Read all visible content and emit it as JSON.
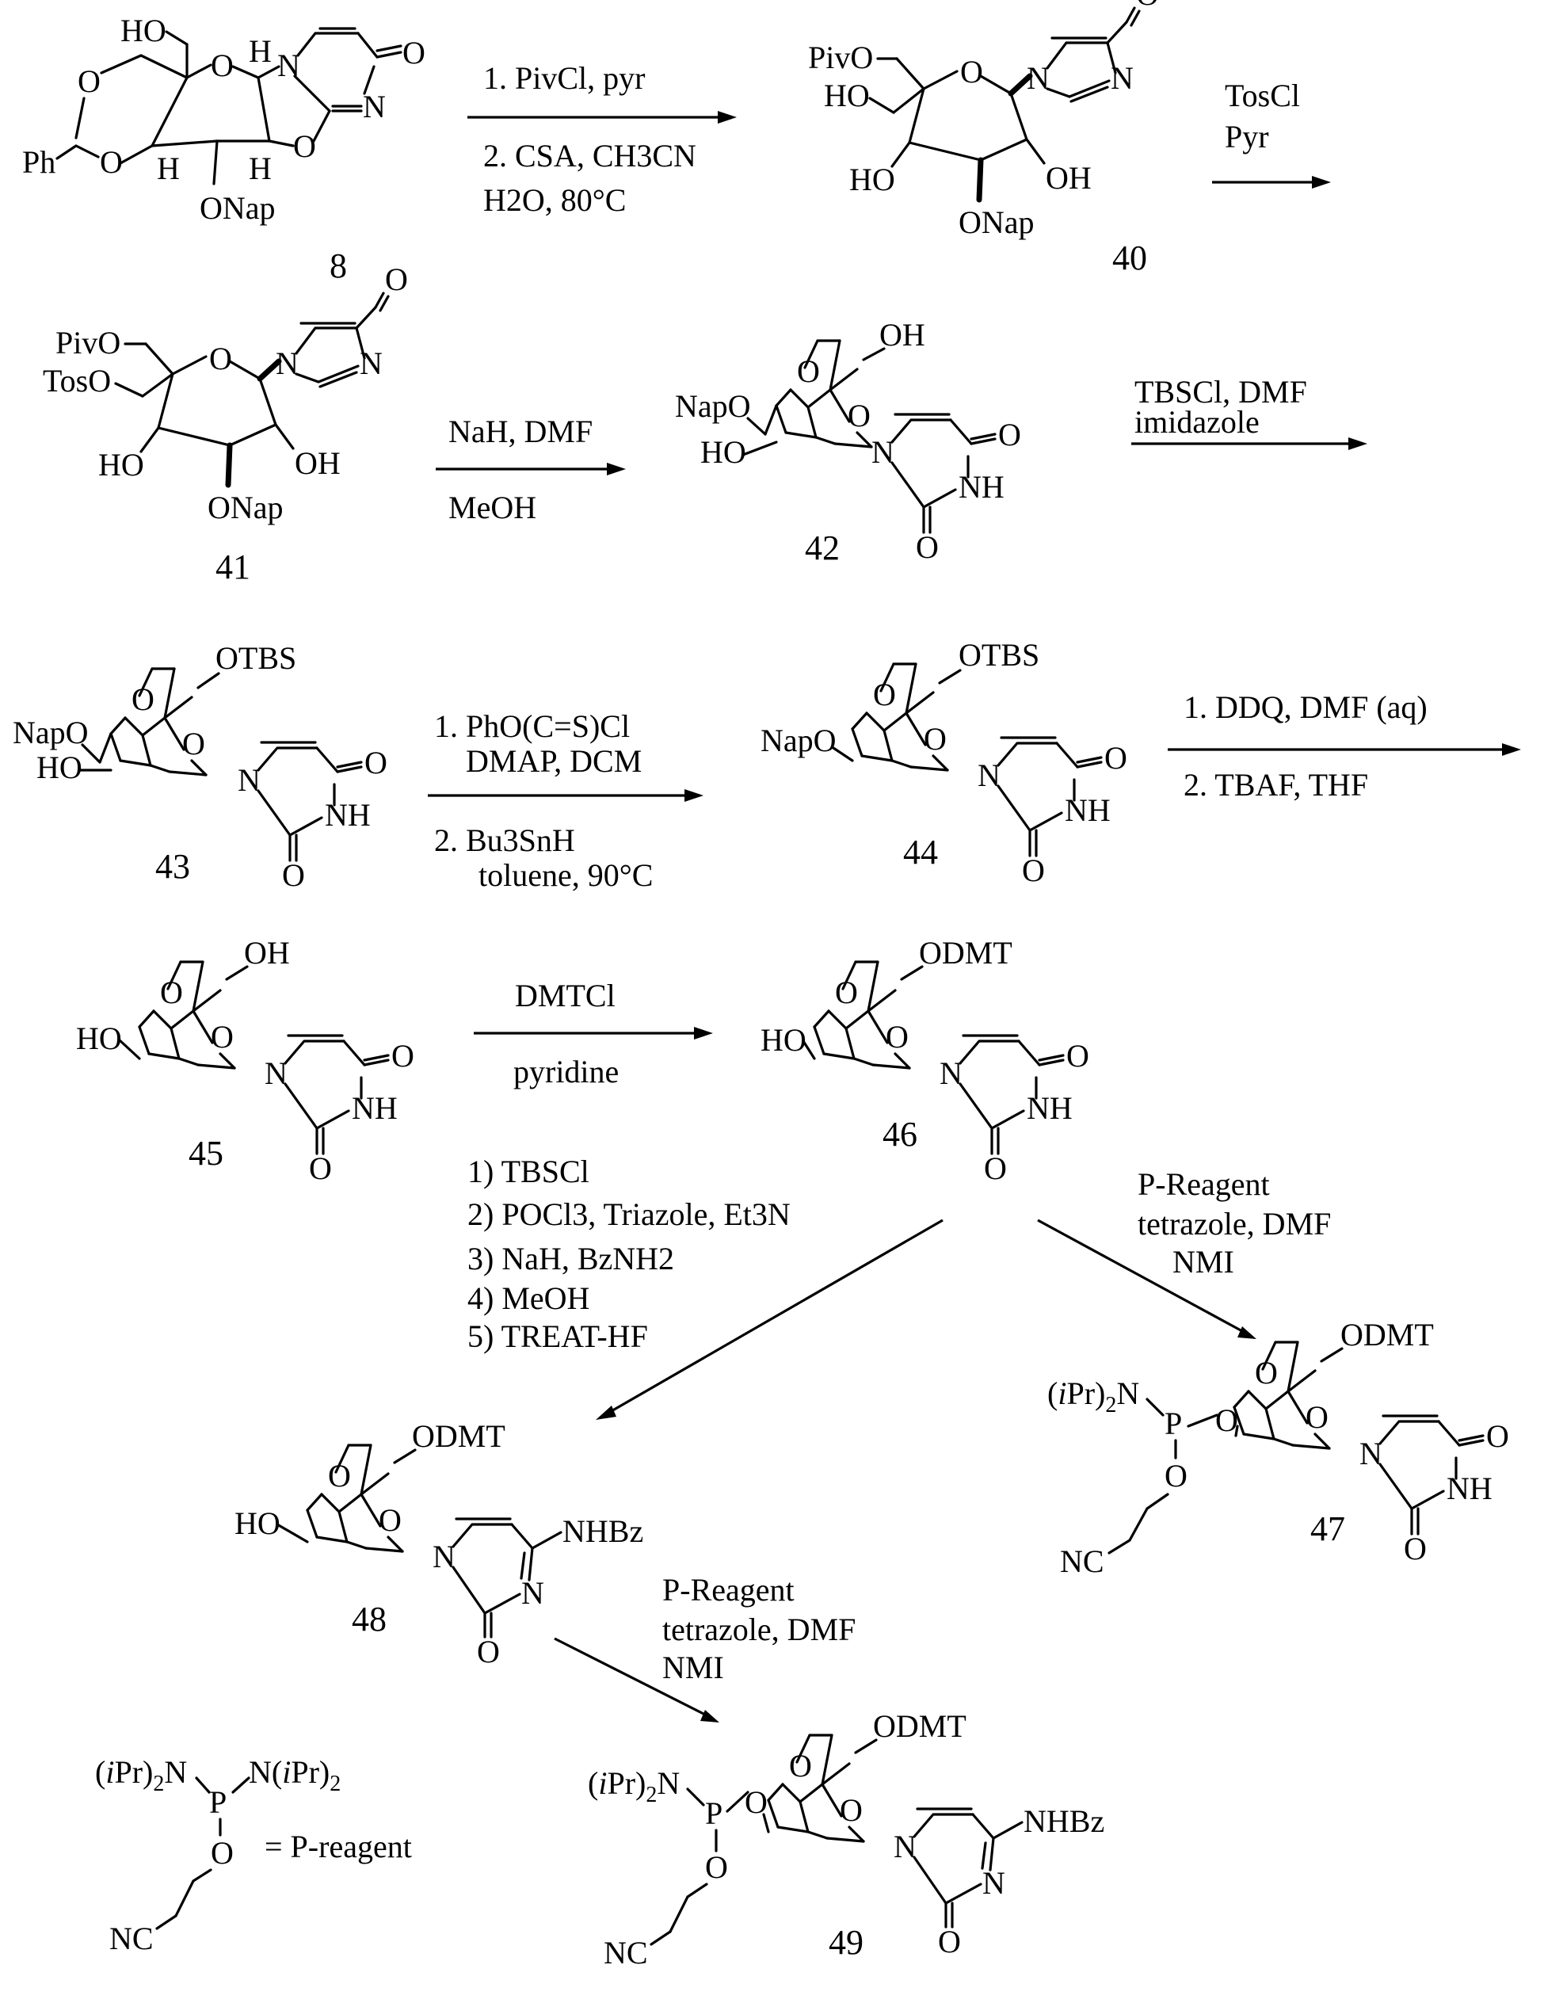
{
  "scheme": {
    "compounds": [
      {
        "id": "c8",
        "label": "8"
      },
      {
        "id": "c40",
        "label": "40"
      },
      {
        "id": "c41",
        "label": "41"
      },
      {
        "id": "c42",
        "label": "42"
      },
      {
        "id": "c43",
        "label": "43"
      },
      {
        "id": "c44",
        "label": "44"
      },
      {
        "id": "c45",
        "label": "45"
      },
      {
        "id": "c46",
        "label": "46"
      },
      {
        "id": "c47",
        "label": "47"
      },
      {
        "id": "c48",
        "label": "48"
      },
      {
        "id": "c49",
        "label": "49"
      }
    ],
    "arrows": [
      {
        "id": "r1",
        "conditions": [
          "1.  PivCl, pyr",
          "2.  CSA, CH3CN",
          "H2O, 80°C"
        ]
      },
      {
        "id": "r2",
        "conditions": [
          "TosCl",
          "Pyr"
        ]
      },
      {
        "id": "r3",
        "conditions": [
          "NaH, DMF",
          "MeOH"
        ]
      },
      {
        "id": "r4",
        "conditions": [
          "TBSCl, DMF",
          "imidazole"
        ]
      },
      {
        "id": "r5",
        "conditions": [
          "1.  PhO(C=S)Cl",
          "DMAP, DCM",
          "2.  Bu3SnH",
          "toluene, 90°C"
        ]
      },
      {
        "id": "r6",
        "conditions": [
          "1.  DDQ, DMF (aq)",
          "2.  TBAF, THF"
        ]
      },
      {
        "id": "r7",
        "conditions": [
          "DMTCl",
          "pyridine"
        ]
      },
      {
        "id": "r8",
        "conditions": [
          "1) TBSCl",
          "2) POCl3, Triazole, Et3N",
          "3) NaH, BzNH2",
          "4) MeOH",
          "5) TREAT-HF"
        ]
      },
      {
        "id": "r9",
        "conditions": [
          "P-Reagent",
          "tetrazole, DMF",
          "NMI"
        ]
      },
      {
        "id": "r10",
        "conditions": [
          "P-Reagent",
          "tetrazole, DMF",
          "NMI"
        ]
      }
    ],
    "reagent_definition": {
      "substituents": [
        "(iPr)2N",
        "P",
        "N(iPr)2",
        "O",
        "NC"
      ],
      "equals": "= P-reagent"
    },
    "groups": {
      "HO": "HO",
      "OH": "OH",
      "PivO": "PivO",
      "TosO": "TosO",
      "OTBS": "OTBS",
      "ODMT": "ODMT",
      "NapO": "NapO",
      "ONap": "ONap",
      "NHBz": "NHBz",
      "Ph": "Ph",
      "NH": "NH",
      "H": "H",
      "O": "O",
      "N": "N",
      "P": "P",
      "NC": "NC",
      "iPr2N": "(iPr)2N"
    }
  }
}
